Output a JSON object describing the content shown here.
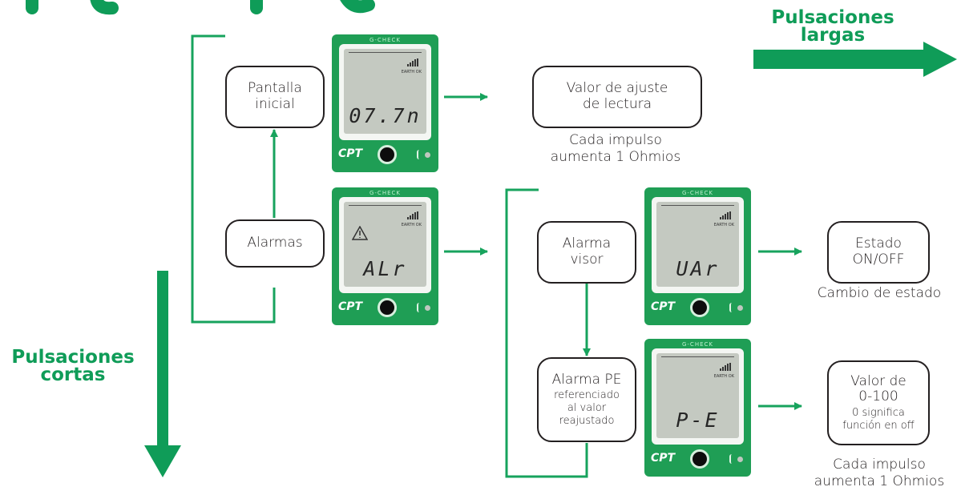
{
  "colors": {
    "accent": "#0f9c58",
    "device": "#1f9e55",
    "line": "#17a35d"
  },
  "labels": {
    "long_press": [
      "Pulsaciones",
      "largas"
    ],
    "short_press": [
      "Pulsaciones",
      "cortas"
    ]
  },
  "nodes": {
    "pantalla": [
      "Pantalla",
      "inicial"
    ],
    "alarmas": "Alarmas",
    "valor_ajuste": [
      "Valor de ajuste",
      "de lectura"
    ],
    "alarma_visor": [
      "Alarma",
      "visor"
    ],
    "alarma_pe": {
      "title": "Alarma PE",
      "sub": [
        "referenciado",
        "al valor",
        "reajustado"
      ]
    },
    "estado": [
      "Estado",
      "ON/OFF"
    ],
    "valor_0_100": {
      "title": [
        "Valor de",
        "0-100"
      ],
      "sub": [
        "0 significa",
        "función en off"
      ]
    }
  },
  "captions": {
    "cada_impulso_1": [
      "Cada impulso",
      "aumenta 1 Ohmios"
    ],
    "cambio_estado": "Cambio de estado",
    "cada_impulso_2": [
      "Cada impulso",
      "aumenta 1 Ohmios"
    ]
  },
  "devices": [
    {
      "id": "device-initial",
      "reading": "07.7n",
      "warning": false
    },
    {
      "id": "device-alarms",
      "reading": "ALr",
      "warning": true
    },
    {
      "id": "device-visor",
      "reading": "UAr",
      "warning": false
    },
    {
      "id": "device-pe",
      "reading": "P-E",
      "warning": false
    }
  ],
  "device_text": {
    "brand": "CPT",
    "top": "G-CHECK",
    "earth": "EARTH OK"
  }
}
